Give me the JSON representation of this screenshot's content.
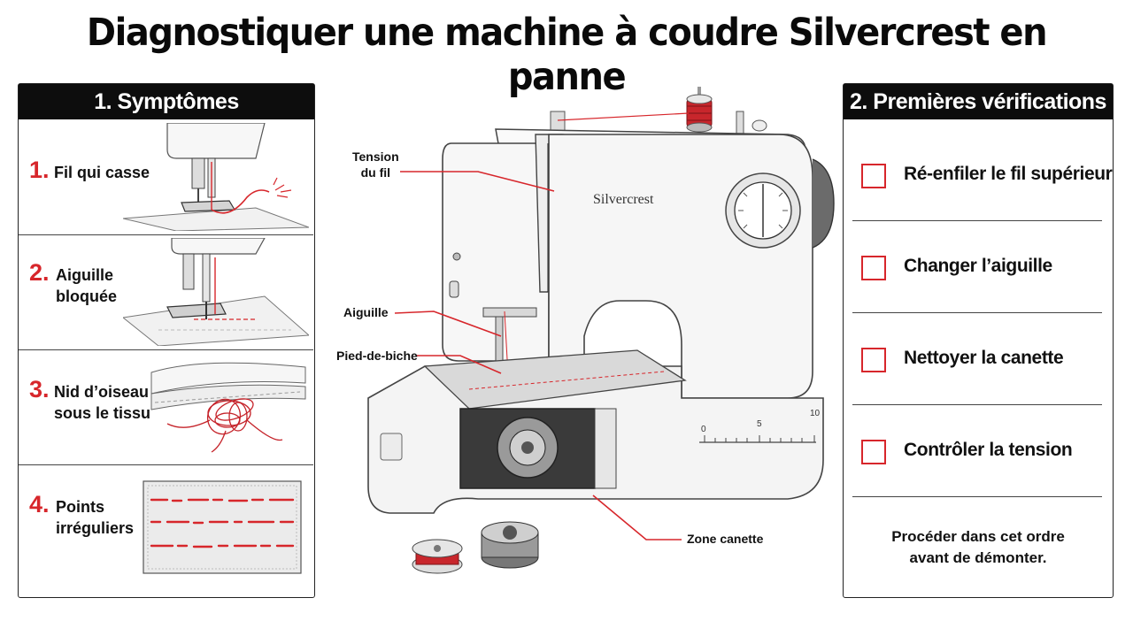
{
  "title": "Diagnostiquer une machine à coudre Silvercrest en panne",
  "symptoms": {
    "heading": "1. Symptômes",
    "items": [
      {
        "num": "1.",
        "label": "Fil qui casse"
      },
      {
        "num": "2.",
        "label_line1": "Aiguille",
        "label_line2": "bloquée"
      },
      {
        "num": "3.",
        "label_line1": "Nid d’oiseau",
        "label_line2": "sous le tissu"
      },
      {
        "num": "4.",
        "label_line1": "Points",
        "label_line2": "irréguliers"
      }
    ]
  },
  "checks": {
    "heading": "2. Premières vérifications",
    "items": [
      {
        "label": "Ré-enfiler le fil supérieur"
      },
      {
        "label": "Changer l’aiguille"
      },
      {
        "label": "Nettoyer la canette"
      },
      {
        "label": "Contrôler la tension"
      }
    ],
    "note_line1": "Procéder dans cet ordre",
    "note_line2": "avant de démonter."
  },
  "machine": {
    "brand": "Silvercrest",
    "callouts": {
      "tension_line1": "Tension",
      "tension_line2": "du fil",
      "needle": "Aiguille",
      "presser_foot": "Pied-de-biche",
      "bobbin_zone": "Zone canette"
    },
    "scale_ticks": [
      "0",
      "5",
      "10"
    ]
  },
  "colors": {
    "accent_red": "#d7262b",
    "header_black": "#0d0d0d"
  }
}
